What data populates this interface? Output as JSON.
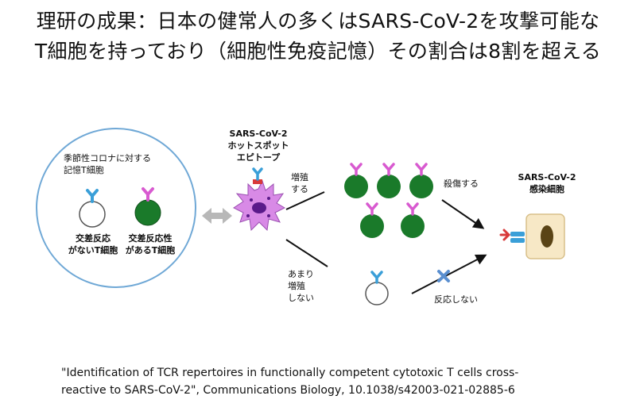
{
  "title": {
    "line1": "理研の成果：日本の健常人の多くはSARS-CoV-2を攻撃可能な",
    "line2": "T細胞を持っており（細胞性免疫記憶）その割合は8割を超える"
  },
  "memory_box": {
    "caption_line1": "季節性コロナに対する",
    "caption_line2": "記憶T細胞",
    "cell_nonreactive_line1": "交差反応",
    "cell_nonreactive_line2": "がないT細胞",
    "cell_reactive_line1": "交差反応性",
    "cell_reactive_line2": "があるT細胞"
  },
  "epitope_label": {
    "line1": "SARS-CoV-2",
    "line2": "ホットスポット",
    "line3": "エピトープ"
  },
  "proliferate_label": {
    "line1": "増殖",
    "line2": "する"
  },
  "no_proliferate_label": {
    "line1": "あまり",
    "line2": "増殖",
    "line3": "しない"
  },
  "kill_label": "殺傷する",
  "no_react_label": "反応しない",
  "infected_cell_label": {
    "line1": "SARS-CoV-2",
    "line2": "感染細胞"
  },
  "citation": {
    "line1": "\"Identification of TCR repertoires in functionally competent cytotoxic T cells cross-",
    "line2": "reactive to SARS-CoV-2\", Communications Biology, 10.1038/s42003-021-02885-6"
  },
  "colors": {
    "circle_border": "#6fa8d6",
    "reactive_cell": "#1a7a2a",
    "tcr_pink": "#d85ad0",
    "tcr_blue": "#3a9fd8",
    "infected_cell_fill": "#f7e8c6",
    "infected_cell_border": "#d8c08a",
    "nucleus": "#5a4416",
    "dendritic_cell": "#d88ae6",
    "dendritic_nucleus": "#5a1a8a",
    "gray_arrow": "#b8b8b8",
    "cross_mark": "#5a8fd0"
  }
}
